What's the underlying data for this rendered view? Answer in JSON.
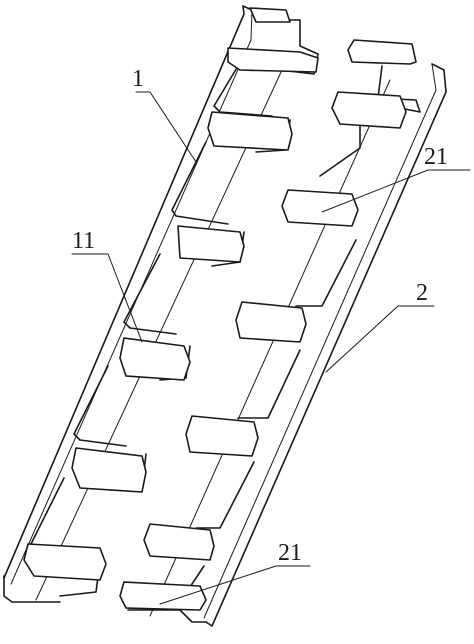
{
  "figure": {
    "labels": {
      "part_1": "1",
      "part_2": "2",
      "part_11": "11",
      "part_21_upper": "21",
      "part_21_lower": "21"
    }
  }
}
